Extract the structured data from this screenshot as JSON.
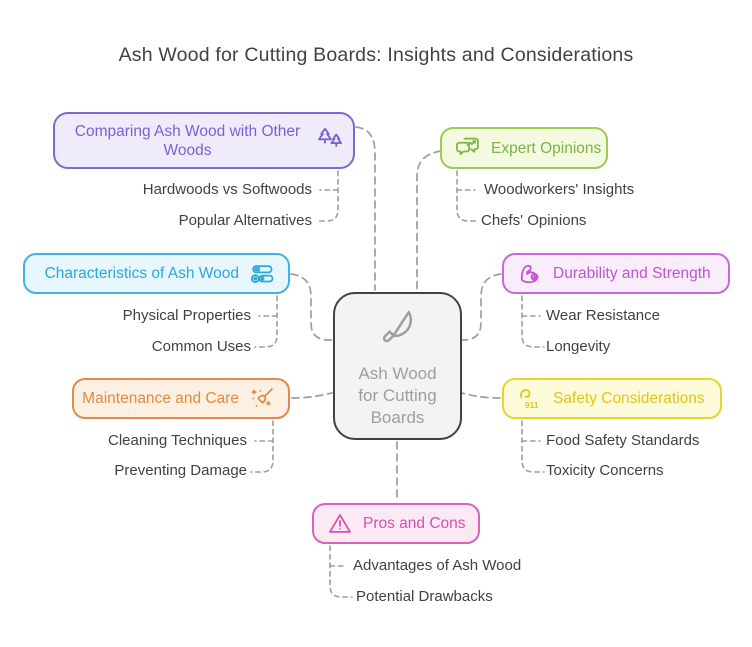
{
  "title": "Ash Wood for Cutting Boards: Insights and Considerations",
  "links": {
    "stroke": "#9E9E9E"
  },
  "center": {
    "label": "Ash Wood for Cutting Boards",
    "icon": "knife-icon",
    "colors": {
      "border": "#424242",
      "bg": "#F3F3F3",
      "text": "#9E9E9E"
    }
  },
  "branches": [
    {
      "label": "Comparing Ash Wood with Other Woods",
      "icon": "pine-trees-icon",
      "colors": {
        "border": "#8068CE",
        "bg": "#EFEBFA",
        "text": "#7D5FD3"
      },
      "children": [
        "Hardwoods vs Softwoods",
        "Popular Alternatives"
      ]
    },
    {
      "label": "Expert Opinions",
      "icon": "chat-bubbles-trend-icon",
      "colors": {
        "border": "#9CCB52",
        "bg": "#F4FADF",
        "text": "#7CB342"
      },
      "children": [
        "Woodworkers' Insights",
        "Chefs' Opinions"
      ]
    },
    {
      "label": "Characteristics of Ash Wood",
      "icon": "wood-logs-icon",
      "colors": {
        "border": "#3FB3E3",
        "bg": "#E8F7FD",
        "text": "#29A8DE"
      },
      "children": [
        "Physical Properties",
        "Common Uses"
      ]
    },
    {
      "label": "Durability and Strength",
      "icon": "flexed-bicep-icon",
      "colors": {
        "border": "#C868DA",
        "bg": "#F9EDFB",
        "text": "#BE54D2"
      },
      "children": [
        "Wear Resistance",
        "Longevity"
      ]
    },
    {
      "label": "Maintenance and Care",
      "icon": "cleaning-broom-sparkles-icon",
      "colors": {
        "border": "#E08B4C",
        "bg": "#FCF0E3",
        "text": "#DF8A3E"
      },
      "children": [
        "Cleaning Techniques",
        "Preventing Damage"
      ]
    },
    {
      "label": "Safety Considerations",
      "icon": "emergency-phone-911-icon",
      "colors": {
        "border": "#E4D62E",
        "bg": "#FEFBDA",
        "text": "#E0C515"
      },
      "children": [
        "Food Safety Standards",
        "Toxicity Concerns"
      ]
    },
    {
      "label": "Pros and Cons",
      "icon": "warning-triangle-icon",
      "colors": {
        "border": "#DE62B6",
        "bg": "#FBE9F4",
        "text": "#D94FAE"
      },
      "children": [
        "Advantages of Ash Wood",
        "Potential Drawbacks"
      ]
    }
  ]
}
